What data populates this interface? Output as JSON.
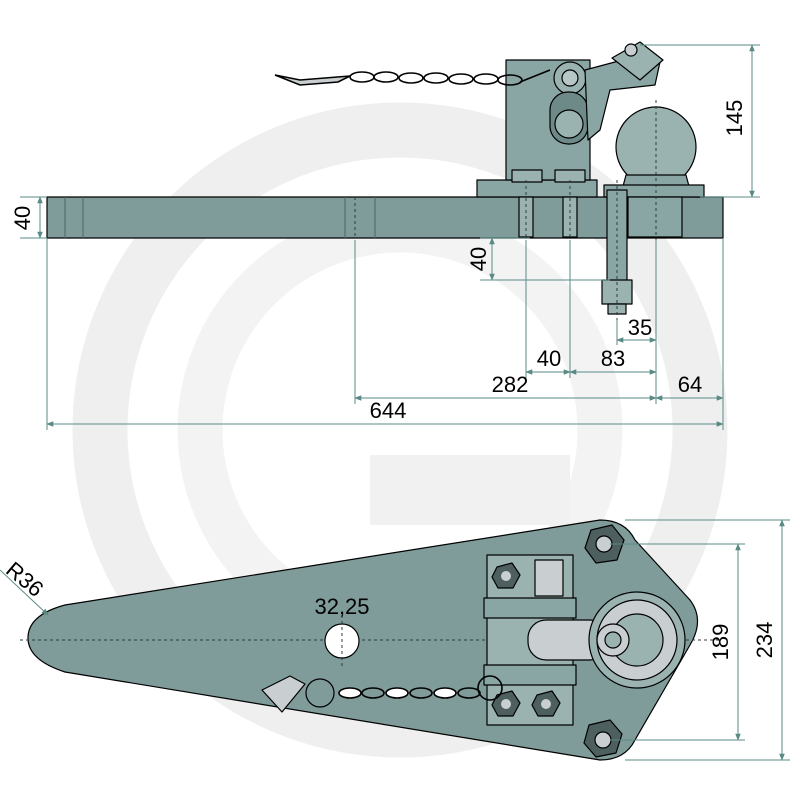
{
  "colors": {
    "body": "#7f9c9a",
    "body_light": "#9ab3b1",
    "body_dark": "#5f7b79",
    "metal": "#c9cfd0",
    "dimension_line": "#5a8a86",
    "watermark": "#ececec"
  },
  "side_view": {
    "dims": {
      "plate_thickness": "40",
      "height_ball": "145",
      "pin_offset_vertical": "40",
      "pin_dia": "35",
      "bolt_spacing": "40",
      "ball_offset": "83",
      "hole_to_ball": "282",
      "ball_to_end": "64",
      "overall_length": "644"
    }
  },
  "top_view": {
    "dims": {
      "radius": "R36",
      "hole_dia": "32,25",
      "bolt_span_inner": "189",
      "bolt_span_outer": "234"
    }
  },
  "icons": {
    "watermark": "granit-g-logo-watermark",
    "chain": "chain-icon",
    "ball": "tow-ball-icon",
    "pin": "linch-pin-icon"
  }
}
